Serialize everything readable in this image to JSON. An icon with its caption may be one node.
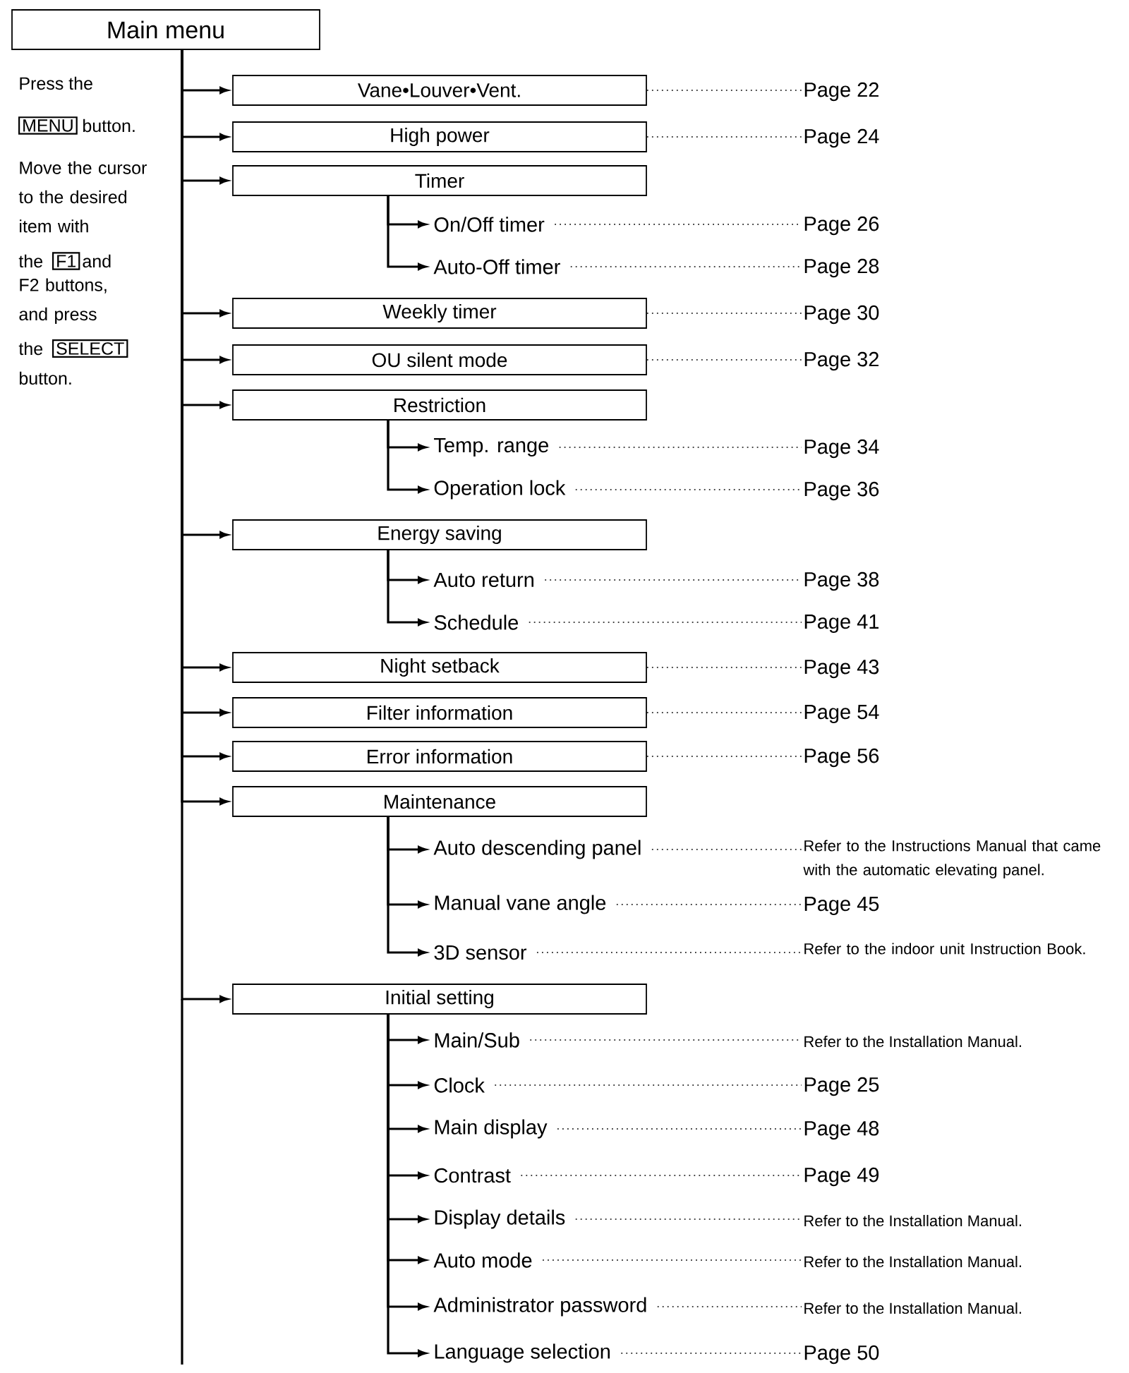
{
  "diagram": {
    "nodes": [
      {
        "text": [
          "Main menu"
        ]
      },
      {
        "text": [
          "Vane•Louver•Vent."
        ]
      },
      {
        "text": [
          "Page 22"
        ]
      },
      {
        "text": [
          "High power"
        ]
      },
      {
        "text": [
          "Page 24"
        ]
      },
      {
        "text": [
          "Timer"
        ]
      },
      {
        "text": [
          "On/Off timer"
        ]
      },
      {
        "text": [
          "Page 26"
        ]
      },
      {
        "text": [
          "Auto-Off timer"
        ]
      },
      {
        "text": [
          "Page 28"
        ]
      },
      {
        "text": [
          "Weekly timer"
        ]
      },
      {
        "text": [
          "Page 30"
        ]
      },
      {
        "text": [
          "OU silent mode"
        ]
      },
      {
        "text": [
          "Page 32"
        ]
      },
      {
        "text": [
          "Restriction"
        ]
      },
      {
        "text": [
          "Temp. range"
        ]
      },
      {
        "text": [
          "Page 34"
        ]
      },
      {
        "text": [
          "Operation lock"
        ]
      },
      {
        "text": [
          "Page 36"
        ]
      },
      {
        "text": [
          "Energy saving"
        ]
      },
      {
        "text": [
          "Auto return"
        ]
      },
      {
        "text": [
          "Page 38"
        ]
      },
      {
        "text": [
          "Schedule"
        ]
      },
      {
        "text": [
          "Page 41"
        ]
      },
      {
        "text": [
          "Night setback"
        ]
      },
      {
        "text": [
          "Page 43"
        ]
      },
      {
        "text": [
          "Filter information"
        ]
      },
      {
        "text": [
          "Page 54"
        ]
      },
      {
        "text": [
          "Error information"
        ]
      },
      {
        "text": [
          "Page 56"
        ]
      },
      {
        "text": [
          "Maintenance"
        ]
      },
      {
        "text": [
          "Auto descending panel"
        ]
      },
      {
        "text": [
          "Refer to the Instructions Manual that came with the automatic elevating panel."
        ]
      },
      {
        "text": [
          "Manual vane angle"
        ]
      },
      {
        "text": [
          "Page 45"
        ]
      },
      {
        "text": [
          "3D sensor"
        ]
      },
      {
        "text": [
          "Refer to the indoor unit Instruction Book."
        ]
      },
      {
        "text": [
          "Initial setting"
        ]
      },
      {
        "text": [
          "Main/Sub"
        ]
      },
      {
        "text": [
          "Refer to the Installation Manual."
        ]
      },
      {
        "text": [
          "Clock"
        ]
      },
      {
        "text": [
          "Page 25"
        ]
      },
      {
        "text": [
          "Main display"
        ]
      },
      {
        "text": [
          "Page 48"
        ]
      },
      {
        "text": [
          "Contrast"
        ]
      },
      {
        "text": [
          "Page 49"
        ]
      },
      {
        "text": [
          "Display details"
        ]
      },
      {
        "text": [
          "Refer to the Installation Manual."
        ]
      },
      {
        "text": [
          "Auto mode"
        ]
      },
      {
        "text": [
          "Refer to the Installation Manual."
        ]
      },
      {
        "text": [
          "Administrator password"
        ]
      },
      {
        "text": [
          "Refer to the Installation Manual."
        ]
      },
      {
        "text": [
          "Language selection"
        ]
      },
      {
        "text": [
          "Page 50"
        ]
      }
    ],
    "edges": [
      {
        "from": 0,
        "to": 1,
        "arrow": "to"
      },
      {
        "from": 1,
        "to": 2,
        "arrow": "none",
        "style": "dashed"
      },
      {
        "from": 0,
        "to": 3,
        "arrow": "to"
      },
      {
        "from": 3,
        "to": 4,
        "arrow": "none",
        "style": "dashed"
      },
      {
        "from": 0,
        "to": 5,
        "arrow": "to"
      },
      {
        "from": 5,
        "to": 6,
        "arrow": "to"
      },
      {
        "from": 6,
        "to": 7,
        "arrow": "none",
        "style": "dashed"
      },
      {
        "from": 5,
        "to": 8,
        "arrow": "to"
      },
      {
        "from": 8,
        "to": 9,
        "arrow": "none",
        "style": "dashed"
      },
      {
        "from": 0,
        "to": 10,
        "arrow": "to"
      },
      {
        "from": 10,
        "to": 11,
        "arrow": "none",
        "style": "dashed"
      },
      {
        "from": 0,
        "to": 12,
        "arrow": "to"
      },
      {
        "from": 12,
        "to": 13,
        "arrow": "none",
        "style": "dashed"
      },
      {
        "from": 0,
        "to": 14,
        "arrow": "to"
      },
      {
        "from": 14,
        "to": 15,
        "arrow": "to"
      },
      {
        "from": 15,
        "to": 16,
        "arrow": "none",
        "style": "dashed"
      },
      {
        "from": 14,
        "to": 17,
        "arrow": "to"
      },
      {
        "from": 17,
        "to": 18,
        "arrow": "none",
        "style": "dashed"
      },
      {
        "from": 0,
        "to": 19,
        "arrow": "to"
      },
      {
        "from": 19,
        "to": 20,
        "arrow": "to"
      },
      {
        "from": 20,
        "to": 21,
        "arrow": "none",
        "style": "dashed"
      },
      {
        "from": 19,
        "to": 22,
        "arrow": "to"
      },
      {
        "from": 22,
        "to": 23,
        "arrow": "none",
        "style": "dashed"
      },
      {
        "from": 0,
        "to": 24,
        "arrow": "to"
      },
      {
        "from": 24,
        "to": 25,
        "arrow": "none",
        "style": "dashed"
      },
      {
        "from": 0,
        "to": 26,
        "arrow": "to"
      },
      {
        "from": 26,
        "to": 27,
        "arrow": "none",
        "style": "dashed"
      },
      {
        "from": 0,
        "to": 28,
        "arrow": "to"
      },
      {
        "from": 28,
        "to": 29,
        "arrow": "none",
        "style": "dashed"
      },
      {
        "from": 0,
        "to": 30,
        "arrow": "to"
      },
      {
        "from": 30,
        "to": 31,
        "arrow": "to"
      },
      {
        "from": 31,
        "to": 32,
        "arrow": "none",
        "style": "dashed"
      },
      {
        "from": 30,
        "to": 33,
        "arrow": "to"
      },
      {
        "from": 33,
        "to": 34,
        "arrow": "none",
        "style": "dashed"
      },
      {
        "from": 30,
        "to": 35,
        "arrow": "to"
      },
      {
        "from": 35,
        "to": 36,
        "arrow": "none",
        "style": "dashed"
      },
      {
        "from": 0,
        "to": 37,
        "arrow": "to"
      },
      {
        "from": 37,
        "to": 38,
        "arrow": "to"
      },
      {
        "from": 38,
        "to": 39,
        "arrow": "none",
        "style": "dashed"
      },
      {
        "from": 37,
        "to": 40,
        "arrow": "to"
      },
      {
        "from": 40,
        "to": 41,
        "arrow": "none",
        "style": "dashed"
      },
      {
        "from": 37,
        "to": 42,
        "arrow": "to"
      },
      {
        "from": 42,
        "to": 43,
        "arrow": "none",
        "style": "dashed"
      },
      {
        "from": 37,
        "to": 44,
        "arrow": "to"
      },
      {
        "from": 44,
        "to": 45,
        "arrow": "none",
        "style": "dashed"
      },
      {
        "from": 37,
        "to": 46,
        "arrow": "to"
      },
      {
        "from": 46,
        "to": 47,
        "arrow": "none",
        "style": "dashed"
      },
      {
        "from": 37,
        "to": 48,
        "arrow": "to"
      },
      {
        "from": 48,
        "to": 49,
        "arrow": "none",
        "style": "dashed"
      },
      {
        "from": 37,
        "to": 50,
        "arrow": "to"
      },
      {
        "from": 50,
        "to": 51,
        "arrow": "none",
        "style": "dashed"
      },
      {
        "from": 37,
        "to": 52,
        "arrow": "to"
      },
      {
        "from": 52,
        "to": 53,
        "arrow": "none",
        "style": "dashed"
      }
    ],
    "labels": [
      "Press the",
      "MENU",
      "button.",
      "Move the cursor to the desired item with",
      "the",
      "F1",
      "and",
      "F2 buttons, and press",
      "the",
      "SELECT",
      "button."
    ]
  }
}
